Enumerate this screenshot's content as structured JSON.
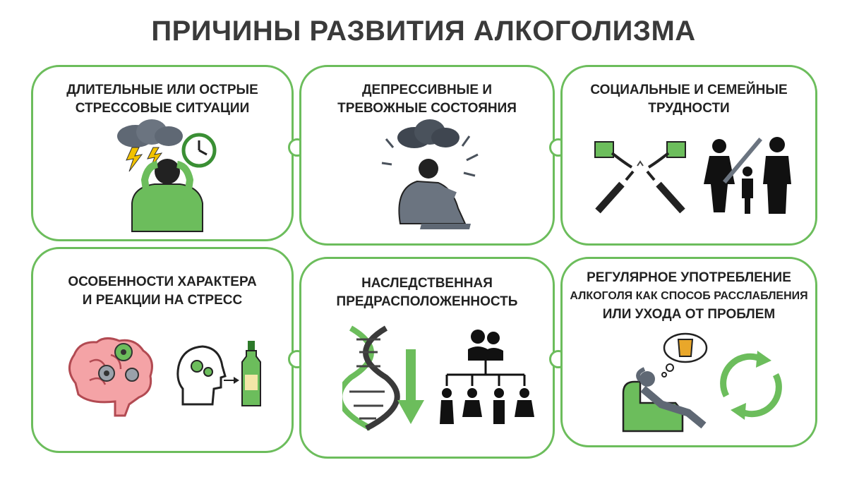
{
  "header": {
    "title": "ПРИЧИНЫ РАЗВИТИЯ АЛКОГОЛИЗМА"
  },
  "colors": {
    "accent": "#6cbd5c",
    "accent_dark": "#3a8f34",
    "ink": "#1a1a1a",
    "gray": "#5f6874"
  },
  "cards": [
    {
      "lines": [
        "ДЛИТЕЛЬНЫЕ ИЛИ ОСТРЫЕ",
        "СТРЕССОВЫЕ СИТУАЦИИ"
      ],
      "icons": [
        "storm-cloud-icon",
        "clock-icon",
        "stressed-person-icon"
      ]
    },
    {
      "lines": [
        "ДЕПРЕССИВНЫЕ И",
        "ТРЕВОЖНЫЕ СОСТОЯНИЯ"
      ],
      "icons": [
        "dark-cloud-icon",
        "sad-sitting-person-icon"
      ]
    },
    {
      "lines": [
        "СОЦИАЛЬНЫЕ И СЕМЕЙНЫЕ",
        "ТРУДНОСТИ"
      ],
      "icons": [
        "broken-handshake-icon",
        "broken-family-icon"
      ]
    },
    {
      "lines": [
        "ОСОБЕННОСТИ ХАРАКТЕРА",
        "И РЕАКЦИИ НА СТРЕСС"
      ],
      "icons": [
        "brain-gears-icon",
        "head-to-bottle-icon"
      ]
    },
    {
      "lines": [
        "НАСЛЕДСТВЕННАЯ",
        "ПРЕДРАСПОЛОЖЕННОСТЬ"
      ],
      "icons": [
        "dna-icon",
        "down-arrow-icon",
        "family-tree-icon"
      ]
    },
    {
      "lines": [
        "РЕГУЛЯРНОЕ УПОТРЕБЛЕНИЕ",
        "АЛКОГОЛЯ КАК СПОСОБ РАССЛАБЛЕНИЯ",
        "ИЛИ УХОДА ОТ ПРОБЛЕМ"
      ],
      "icons": [
        "relaxing-person-icon",
        "thought-glass-icon",
        "cycle-arrows-icon"
      ]
    }
  ]
}
